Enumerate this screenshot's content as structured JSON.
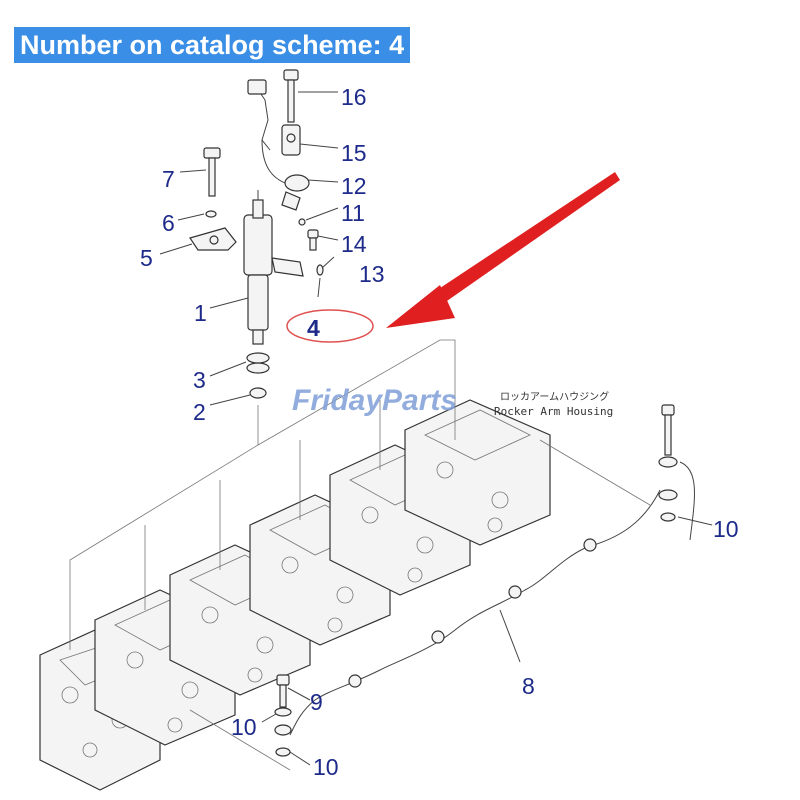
{
  "header": {
    "title": "Number on catalog scheme: 4"
  },
  "watermark": {
    "text": "FridayParts"
  },
  "housing_label": {
    "japanese": "ロッカアームハウジング",
    "english": "Rocker Arm Housing"
  },
  "callouts": {
    "c16": "16",
    "c15": "15",
    "c12": "12",
    "c11": "11",
    "c14": "14",
    "c13": "13",
    "c7": "7",
    "c6": "6",
    "c5": "5",
    "c1": "1",
    "c4": "4",
    "c3": "3",
    "c2": "2",
    "c10a": "10",
    "c8": "8",
    "c9": "9",
    "c10b": "10",
    "c10c": "10"
  },
  "colors": {
    "banner": "#3a8ee6",
    "callout_text": "#1d2a8a",
    "arrow": "#e02020",
    "highlight_ring": "#e05050"
  }
}
